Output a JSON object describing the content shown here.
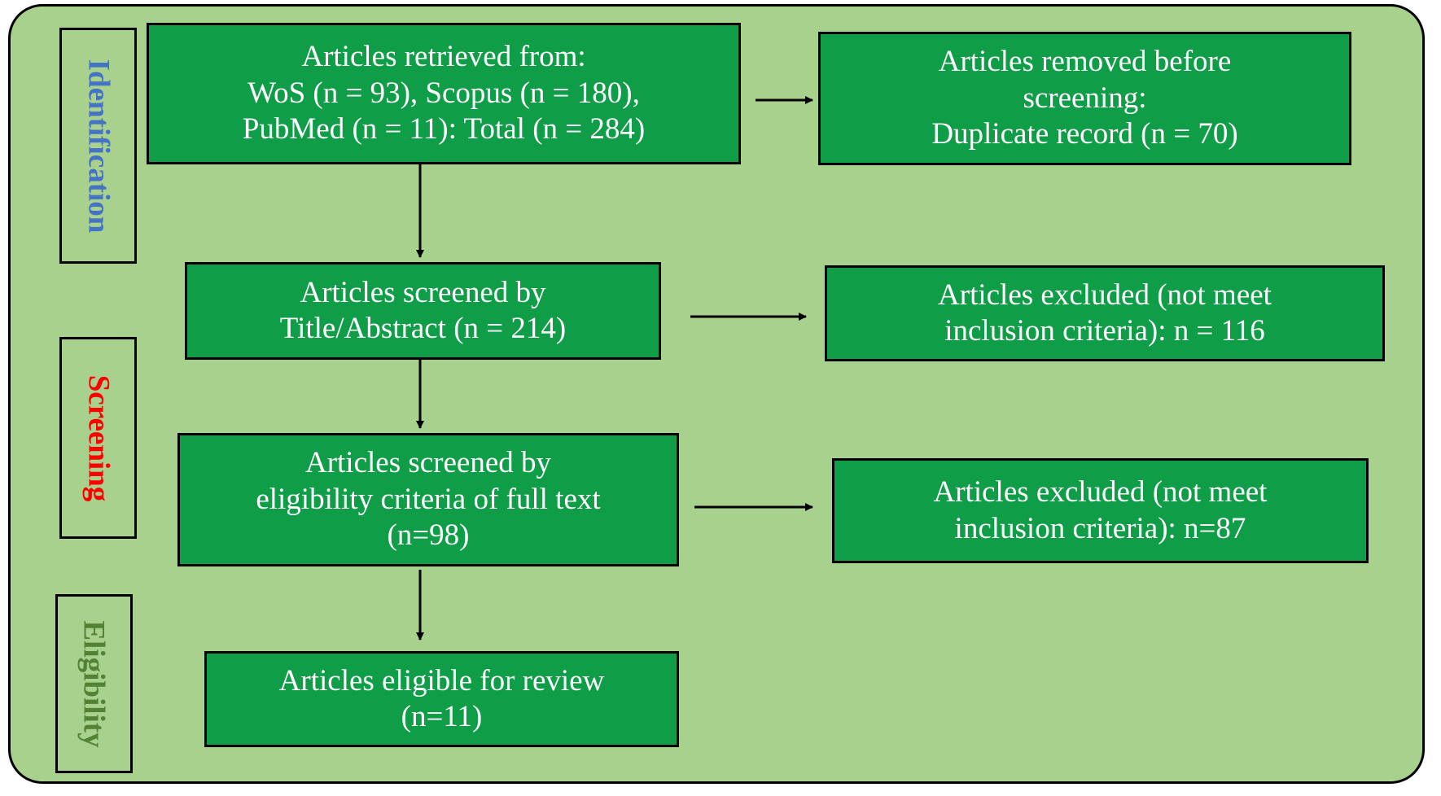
{
  "phases": {
    "identification": {
      "label": "Identification",
      "color": "#4472c4"
    },
    "screening": {
      "label": "Screening",
      "color": "#ff0000"
    },
    "eligibility": {
      "label": "Eligibility",
      "color": "#548235"
    }
  },
  "boxes": {
    "retrieved": [
      "Articles retrieved from:",
      "WoS (n = 93), Scopus (n = 180),",
      "PubMed (n = 11): Total (n = 284)"
    ],
    "removed": [
      "Articles removed before",
      "screening:",
      "Duplicate record (n = 70)"
    ],
    "screened_title": [
      "Articles screened by",
      "Title/Abstract (n = 214)"
    ],
    "excluded_title": [
      "Articles excluded (not meet",
      "inclusion criteria): n = 116"
    ],
    "screened_full": [
      "Articles screened by",
      "eligibility criteria of full text",
      "(n=98)"
    ],
    "excluded_full": [
      "Articles excluded (not meet",
      "inclusion criteria): n=87"
    ],
    "eligible": [
      "Articles eligible for review",
      "(n=11)"
    ]
  },
  "colors": {
    "background": "#a9d18e",
    "box_fill": "#0f9d48",
    "box_text": "#ffffff"
  }
}
